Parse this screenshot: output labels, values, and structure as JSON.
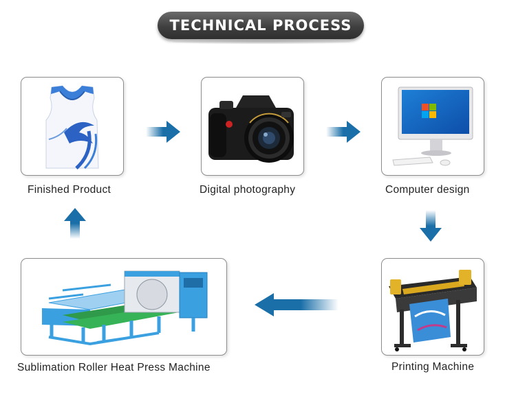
{
  "title": "TECHNICAL PROCESS",
  "steps": [
    {
      "label": "Finished Product",
      "icon": "sleeveless-jersey-icon"
    },
    {
      "label": "Digital photography",
      "icon": "dslr-camera-icon"
    },
    {
      "label": "Computer design",
      "icon": "desktop-computer-icon"
    },
    {
      "label": "Printing Machine",
      "icon": "large-format-printer-icon"
    },
    {
      "label": "Sublimation Roller Heat Press Machine",
      "icon": "roller-heat-press-icon"
    }
  ],
  "colors": {
    "arrow": "#1a6fa8",
    "title_bg": "#3f3f3f",
    "machine_blue": "#3aa0e0",
    "jersey_blue": "#3b7fd9"
  }
}
